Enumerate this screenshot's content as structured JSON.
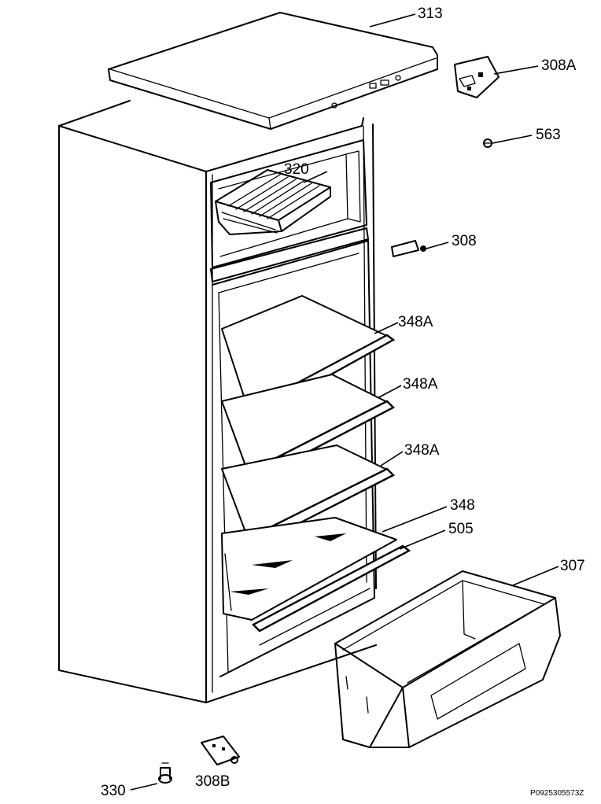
{
  "diagram": {
    "parts": [
      {
        "id": "top-cover",
        "label": "313"
      },
      {
        "id": "upper-hinge",
        "label": "308A"
      },
      {
        "id": "screw",
        "label": "563"
      },
      {
        "id": "freezer-grid-shelf",
        "label": "320"
      },
      {
        "id": "middle-hinge",
        "label": "308"
      },
      {
        "id": "glass-shelf-1",
        "label": "348A"
      },
      {
        "id": "glass-shelf-2",
        "label": "348A"
      },
      {
        "id": "glass-shelf-3",
        "label": "348A"
      },
      {
        "id": "glass-shelf-bottom",
        "label": "348"
      },
      {
        "id": "shelf-trim",
        "label": "505"
      },
      {
        "id": "crisper-drawer",
        "label": "307"
      },
      {
        "id": "adjustable-foot",
        "label": "330"
      },
      {
        "id": "lower-hinge",
        "label": "308B"
      }
    ],
    "doc_ref": "P0925305573Z"
  }
}
